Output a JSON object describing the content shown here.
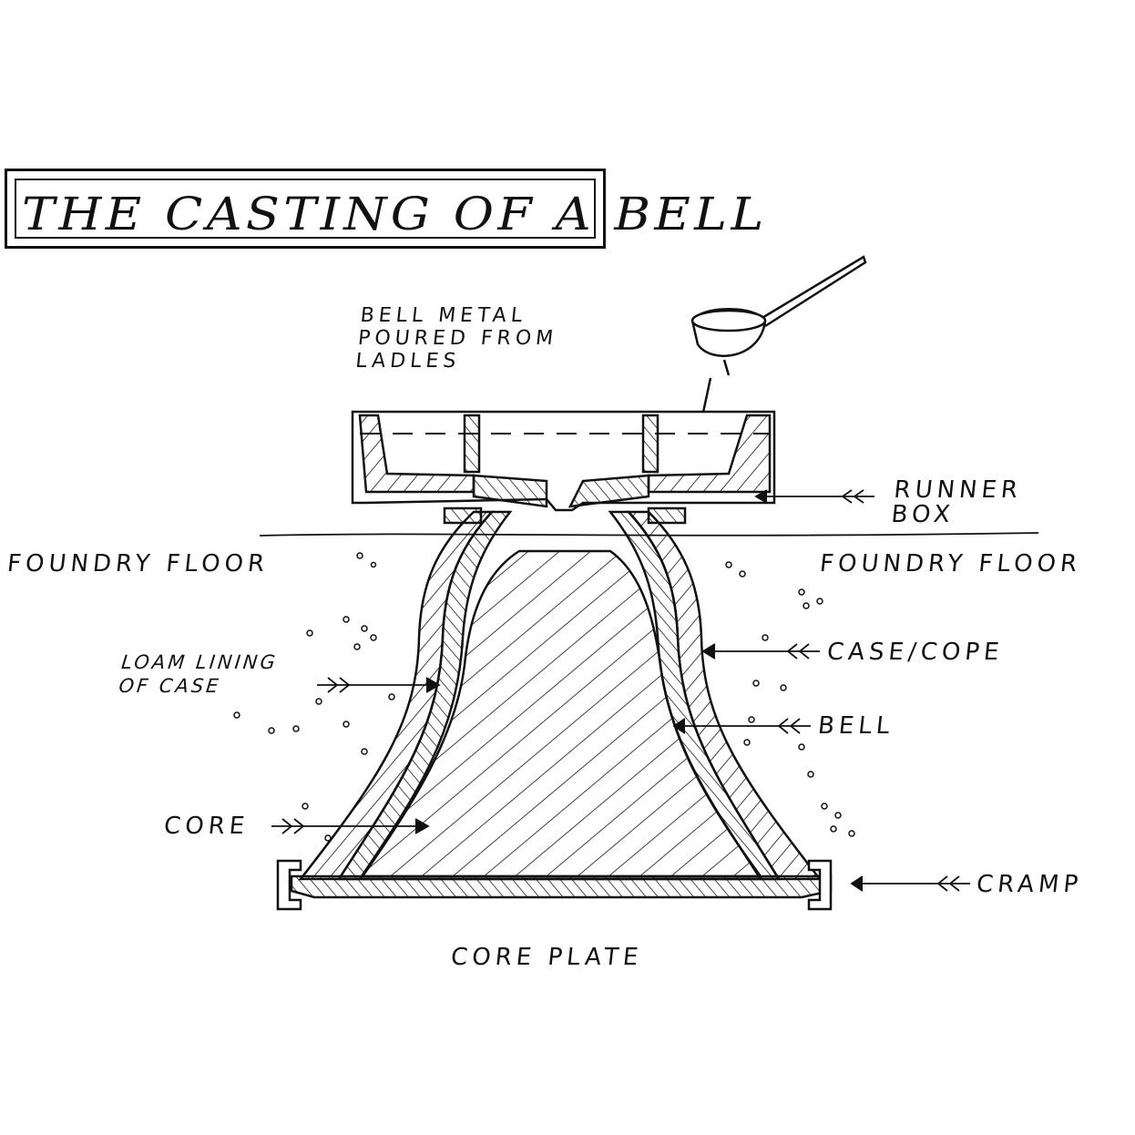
{
  "title": "THE CASTING OF A BELL",
  "labels": {
    "bell_metal": "BELL METAL\nPOURED FROM\nLADLES",
    "runner_box": "RUNNER\nBOX",
    "foundry_floor_left": "FOUNDRY FLOOR",
    "foundry_floor_right": "FOUNDRY FLOOR",
    "loam_lining": "LOAM LINING\nOF CASE",
    "case_cope": "CASE/COPE",
    "bell": "BELL",
    "core": "CORE",
    "cramp": "CRAMP",
    "core_plate": "CORE PLATE"
  }
}
